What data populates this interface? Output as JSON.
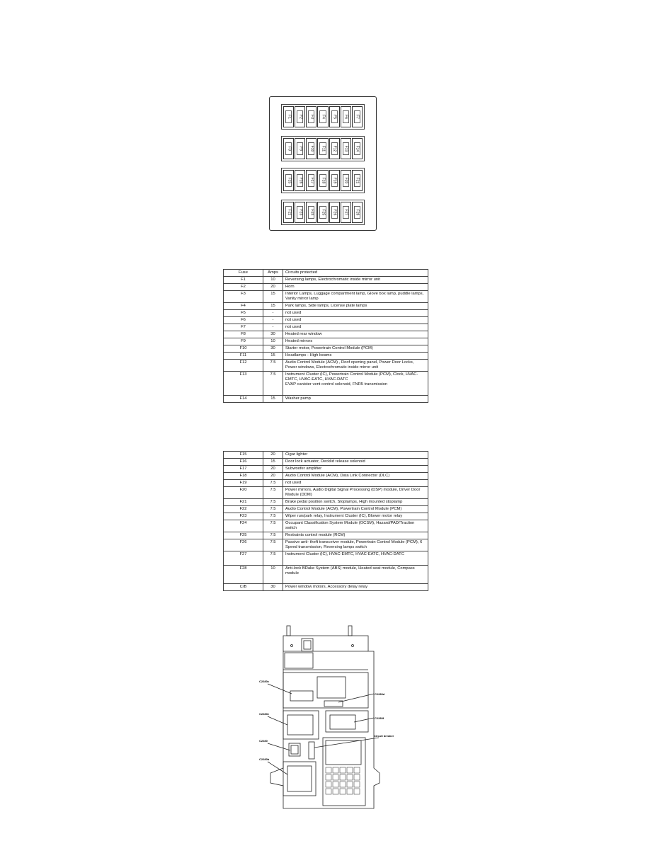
{
  "fuse_panel": {
    "rows": [
      [
        "F1",
        "F2",
        "F3",
        "F4",
        "F5",
        "F6",
        "F7"
      ],
      [
        "F8",
        "F9",
        "F10",
        "F11",
        "F12",
        "F13",
        "F14"
      ],
      [
        "F15",
        "F16",
        "F17",
        "F18",
        "F19",
        "F20",
        "F21"
      ],
      [
        "F22",
        "F23",
        "F24",
        "F25",
        "F26",
        "F27",
        "F28"
      ]
    ]
  },
  "table1": {
    "headers": [
      "Fuse",
      "Amps",
      "Circuits  protected"
    ],
    "rows": [
      [
        "F1",
        "10",
        "Reversing lamps, Electrochromatic inside mirror unit"
      ],
      [
        "F2",
        "20",
        "Horn"
      ],
      [
        "F3",
        "15",
        "Interior Lamps, Luggage compartment lamp, Glove box lamp, puddle lamps, Vanity mirror lamp"
      ],
      [
        "F4",
        "15",
        "Park lamps, Side lamps, License plate lamps"
      ],
      [
        "F5",
        "-",
        "not used"
      ],
      [
        "F6",
        "-",
        "not used"
      ],
      [
        "F7",
        "-",
        "not used"
      ],
      [
        "F8",
        "30",
        "Heated rear window"
      ],
      [
        "F9",
        "10",
        "Heated mirrors"
      ],
      [
        "F10",
        "30",
        "Starter  motor, Powertrain Control Module (PCM)"
      ],
      [
        "F11",
        "15",
        "Headlamps - High beams"
      ],
      [
        "F12",
        "7.5",
        "Audio Control Module (ACM) , Roof opening panel, Power Door Locks, Power windows, Electrochromatic inside mirror unit"
      ],
      [
        "F13",
        "7.5",
        "Instrument Cluster (IC), Powertrain Control Module (PCM), Clock, HVAC-EMTC, HVAC-EATC, HVAC-DATC\nEVAP canister vent control solenoid, FNR5 transmission"
      ],
      [
        "F14",
        "15",
        "Washer pump"
      ]
    ]
  },
  "table2": {
    "rows": [
      [
        "F15",
        "20",
        "Cigar lighter"
      ],
      [
        "F16",
        "15",
        "Door lock actuator, Decklid release solenoid"
      ],
      [
        "F17",
        "20",
        "Subwoofer amplifier"
      ],
      [
        "F18",
        "20",
        "Audio Control Module (ACM), Data Link Connector (DLC)"
      ],
      [
        "F19",
        "7.5",
        "not used"
      ],
      [
        "F20",
        "7.5",
        "Power mirrors, Audio Digital Signal Processing (DSP) module, Driver Door Module (DDM)"
      ],
      [
        "F21",
        "7.5",
        "Brake pedal position switch, Stoplamps, High mounted stoplamp"
      ],
      [
        "F22",
        "7.5",
        "Audio Control Module (ACM), Powertrain Control Module (PCM)"
      ],
      [
        "F23",
        "7.5",
        "Wiper run/park relay, Instrument Cluster (IC), Blower motor relay"
      ],
      [
        "F24",
        "7.5",
        "Occupant Classification System Module (OCSM), Hazard/PAD/Traction switch"
      ],
      [
        "F25",
        "7.5",
        "Restraints control module (RCM)"
      ],
      [
        "F26",
        "7.5",
        "Passive anti- theft transceiver module, Powertrain Control Module (PCM), 6 Speed transmission, Reversing lamps switch"
      ],
      [
        "F27",
        "7.5",
        "Instrument Cluster (IC), HVAC-EMTC, HVAC-EATC, HVAC-DATC"
      ],
      [
        "F28",
        "10",
        "Anti-lock BRake System (ABS) module, Heated seat module, Compass module"
      ],
      [
        "C/B",
        "30",
        "Power window motors, Accessory delay relay"
      ]
    ]
  },
  "junction_box": {
    "callouts": [
      "C2280c",
      "C2280d",
      "C2280e",
      "C2280f",
      "C2280",
      "C2280b",
      "Circuit breaker"
    ]
  },
  "colors": {
    "line": "#333333",
    "background": "#ffffff"
  }
}
